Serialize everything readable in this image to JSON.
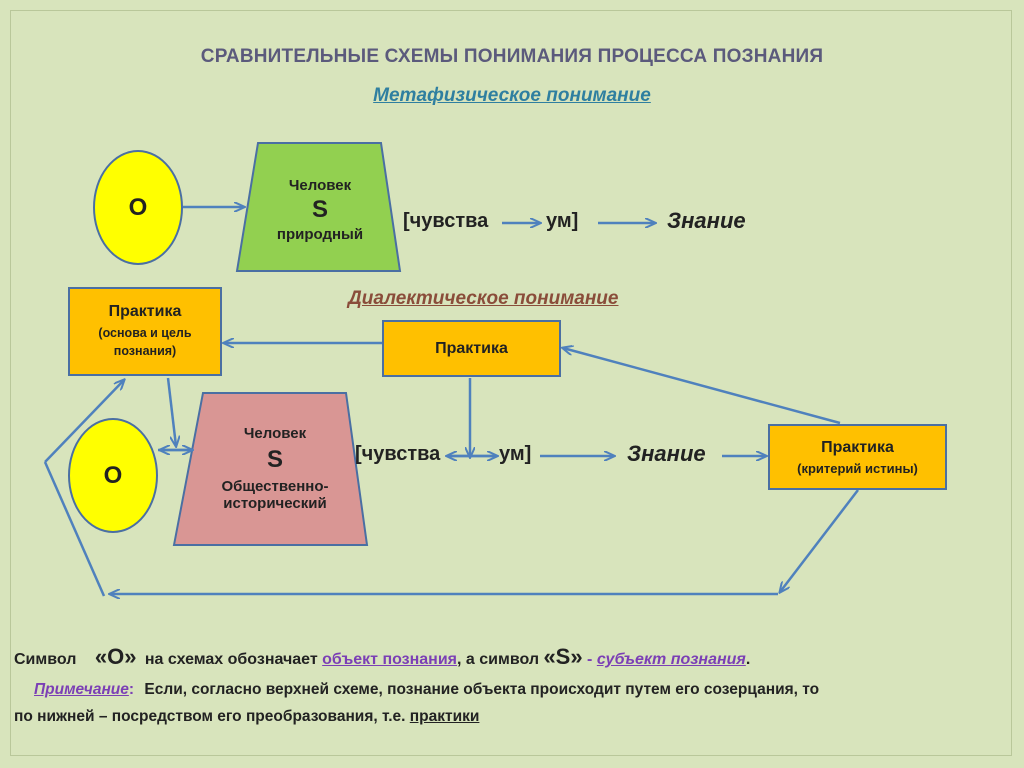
{
  "title": "СРАВНИТЕЛЬНЫЕ СХЕМЫ ПОНИМАНИЯ ПРОЦЕССА ПОЗНАНИЯ",
  "metaphysical": {
    "heading": "Метафизическое понимание",
    "object": "О",
    "subject": {
      "line1": "Человек",
      "symbol": "S",
      "line3": "природный"
    },
    "flow": {
      "open": "[чувства",
      "mind": "ум]",
      "result": "Знание"
    }
  },
  "dialectical": {
    "heading": "Диалектическое понимание",
    "practice_left": {
      "title": "Практика",
      "note": "(основа и цель познания)"
    },
    "practice_center": {
      "title": "Практика"
    },
    "practice_right": {
      "title": "Практика",
      "note": "(критерий истины)"
    },
    "object": "О",
    "subject": {
      "line1": "Человек",
      "symbol": "S",
      "line3": "Общественно-",
      "line4": "исторический"
    },
    "flow": {
      "open": "[чувства",
      "mind": "ум]",
      "result": "Знание"
    }
  },
  "legend": {
    "t1": "Символ",
    "o_symbol": "«О»",
    "t2": "на схемах обозначает",
    "o_meaning": "объект познания",
    "t3": ", а символ",
    "s_symbol": "«S»",
    "dash": "-",
    "s_meaning": "субъект познания",
    "end": "."
  },
  "note": {
    "label": "Примечание",
    "colon": ":",
    "text1": "Если, согласно верхней схеме, познание объекта происходит путем его созерцания,  то",
    "text2": "по нижней – посредством его преобразования, т.е.",
    "practice_word": "практики"
  },
  "colors": {
    "background": "#d8e4bc",
    "arrow": "#4f81bd",
    "trapezoid_green": "#92d050",
    "trapezoid_pink": "#d99694",
    "practice_box": "#ffc000",
    "object_oval": "#ffff00"
  }
}
